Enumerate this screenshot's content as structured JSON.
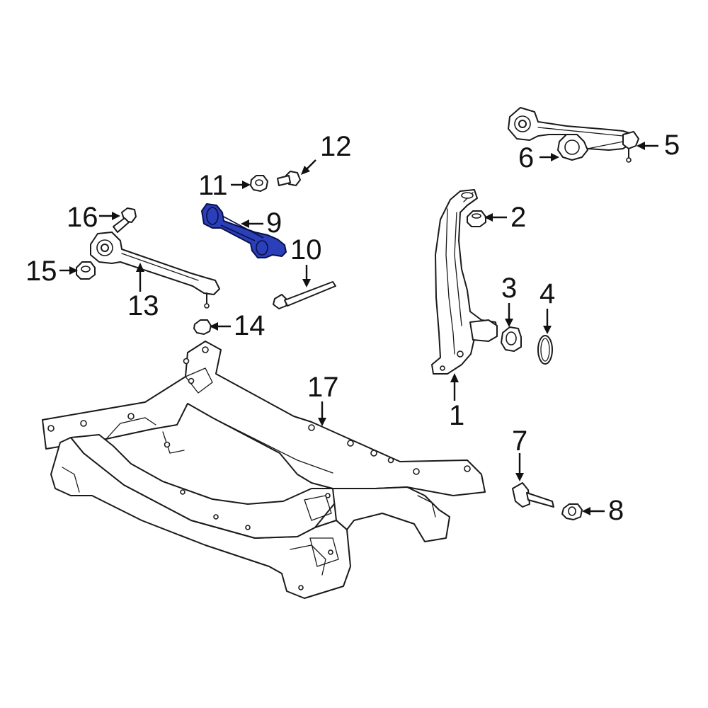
{
  "diagram": {
    "highlight_color": "#2a3fb8",
    "highlighted_part": "9",
    "callouts": {
      "c1": "1",
      "c2": "2",
      "c3": "3",
      "c4": "4",
      "c5": "5",
      "c6": "6",
      "c7": "7",
      "c8": "8",
      "c9": "9",
      "c10": "10",
      "c11": "11",
      "c12": "12",
      "c13": "13",
      "c14": "14",
      "c15": "15",
      "c16": "16",
      "c17": "17"
    }
  }
}
